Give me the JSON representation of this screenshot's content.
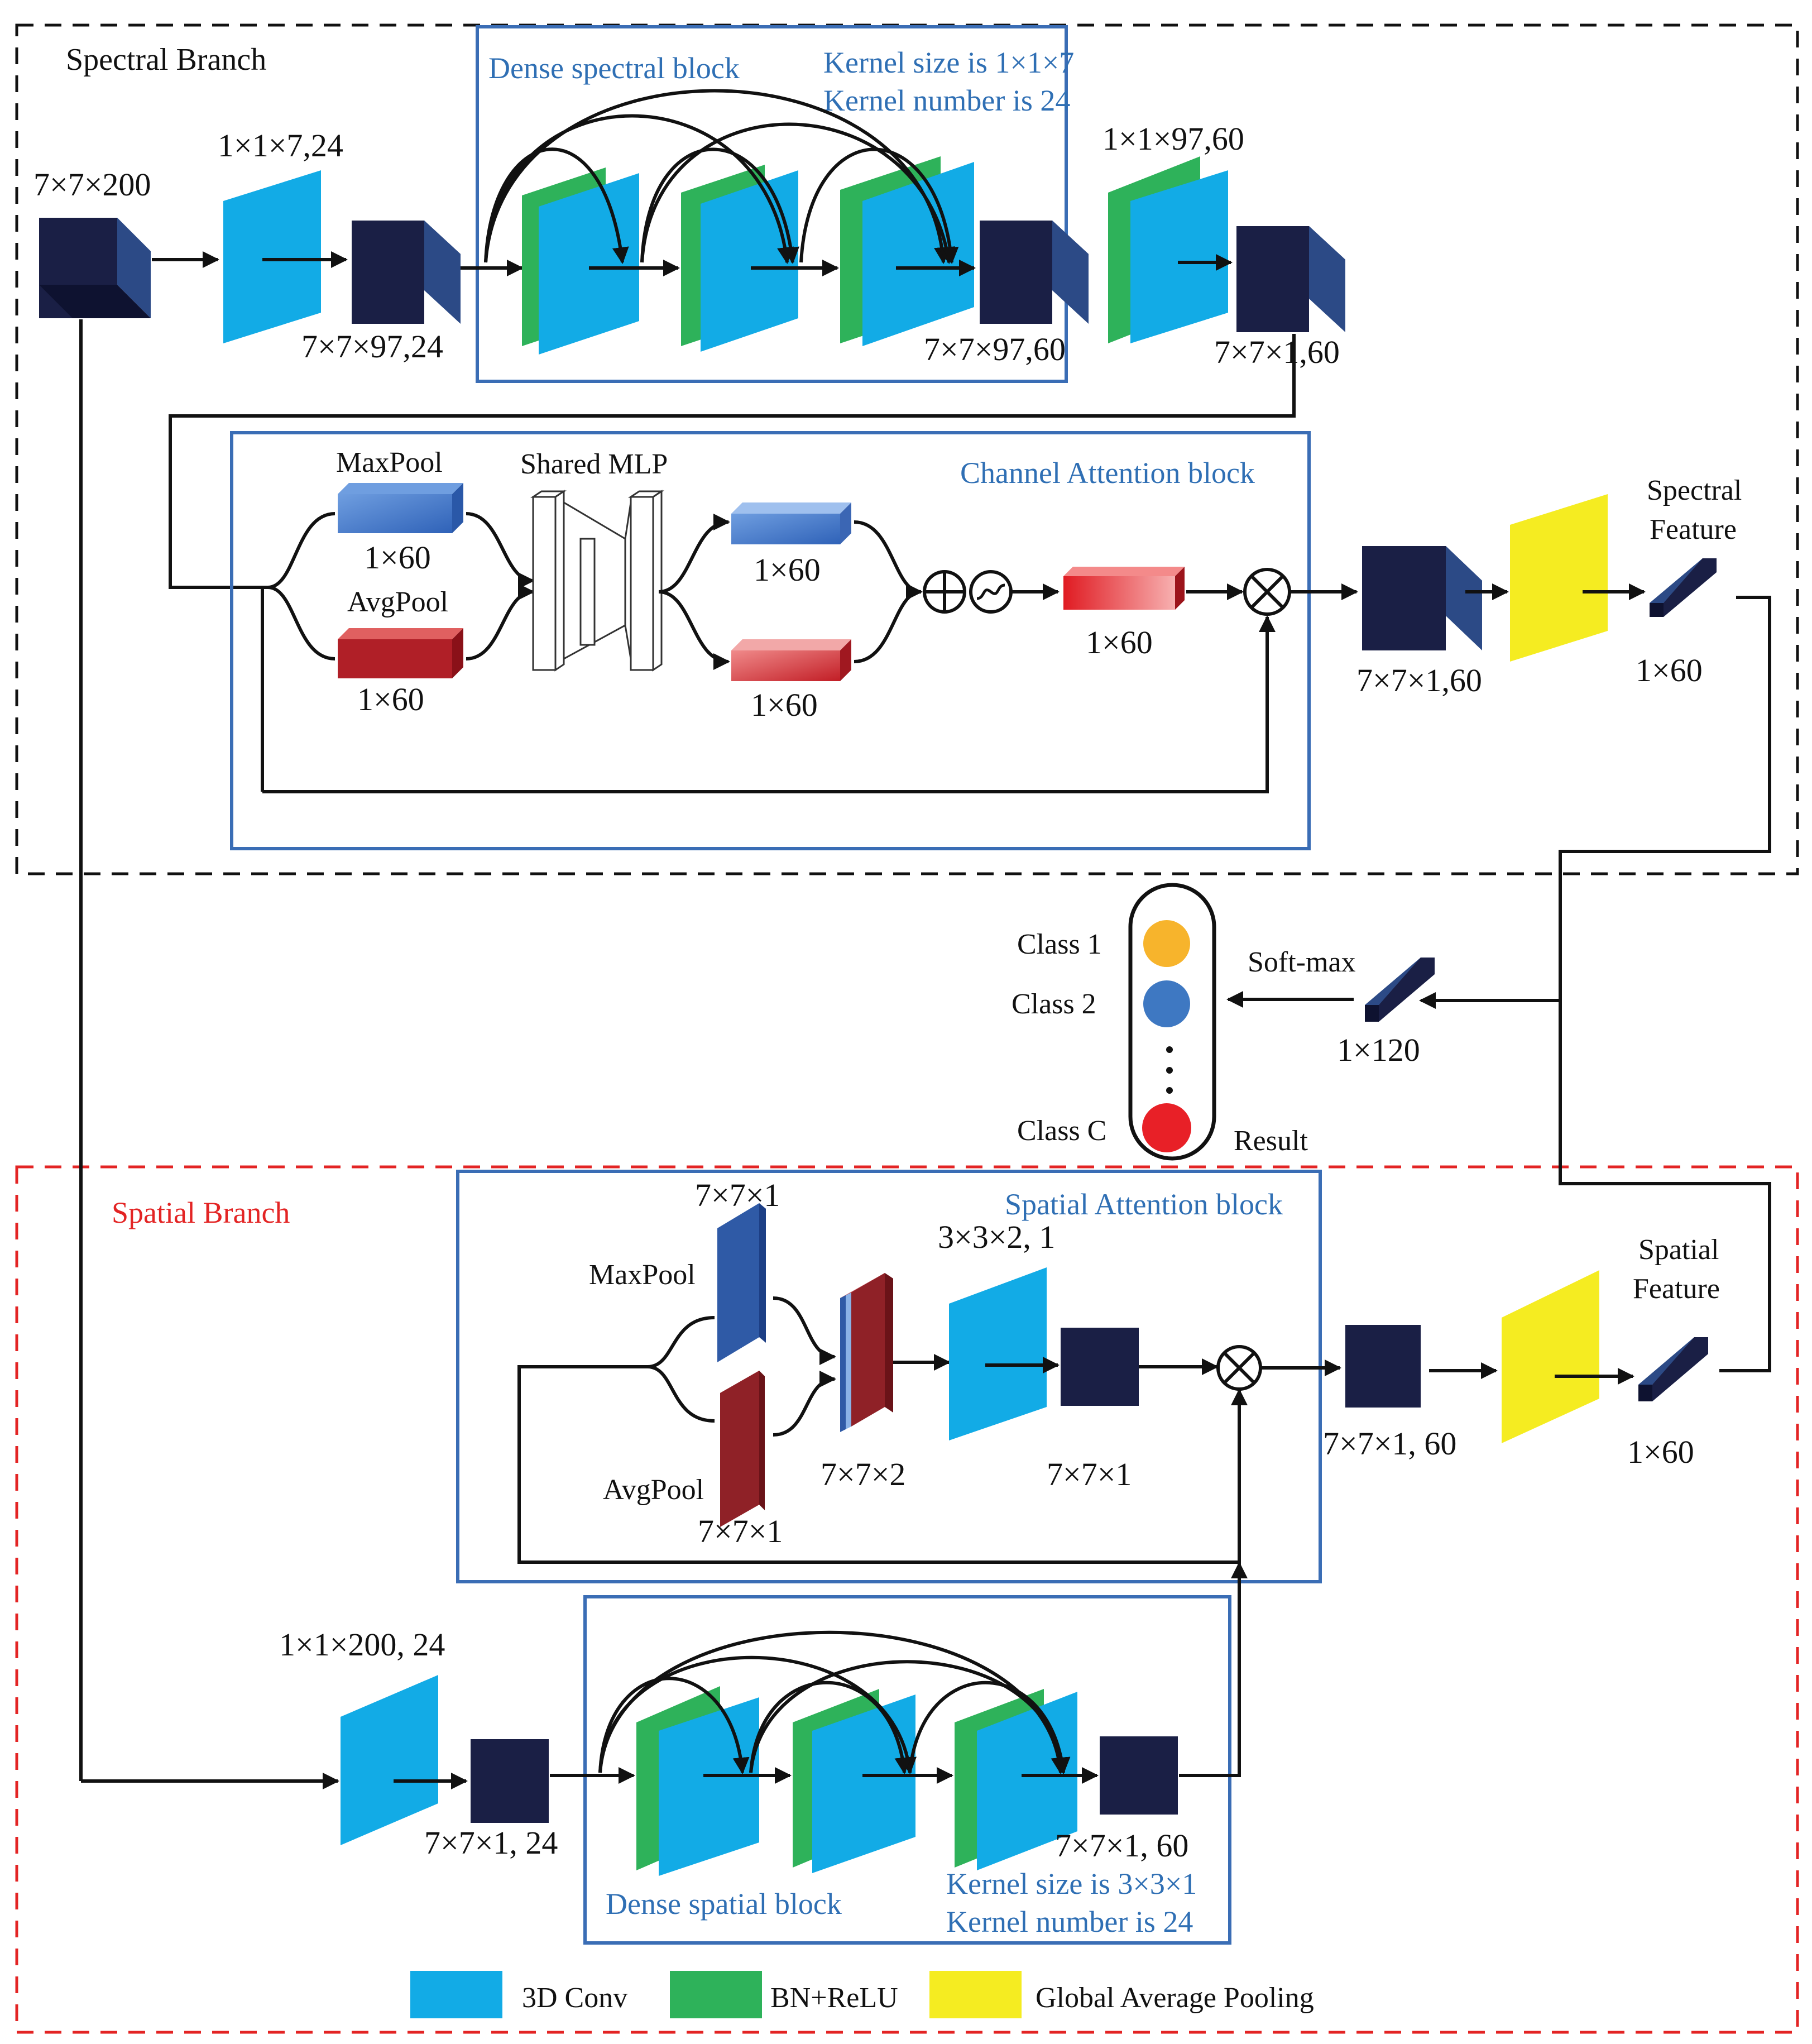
{
  "colors": {
    "conv3d": "#12abe6",
    "bn_relu": "#2eb25a",
    "gap": "#f5ec21",
    "cube_front": "#1a1f45",
    "cube_side": "#2c4a86",
    "block_border": "#3a6db5",
    "spectral_border": "#111111",
    "spatial_border": "#e32424",
    "blue_text": "#2f6fb4",
    "red_text": "#e32424",
    "maxpool": "#3a70c0",
    "avgpool": "#b01f27",
    "class1": "#f7b42c",
    "class2": "#3e78c2",
    "classC": "#e82027"
  },
  "spectral": {
    "title": "Spectral Branch",
    "input_dim": "7×7×200",
    "conv1_dim": "1×1×7,24",
    "cube1_dim": "7×7×97,24",
    "dense_block": {
      "title": "Dense spectral block",
      "kernel_size": "Kernel size is 1×1×7",
      "kernel_number": "Kernel number is 24",
      "output_dim": "7×7×97,60"
    },
    "conv2_dim": "1×1×97,60",
    "cube2_dim": "7×7×1,60",
    "channel_attention": {
      "title": "Channel Attention block",
      "maxpool": "MaxPool",
      "avgpool": "AvgPool",
      "max_dim": "1×60",
      "avg_dim": "1×60",
      "shared_mlp": "Shared MLP",
      "mlp_out1": "1×60",
      "mlp_out2": "1×60",
      "att_dim": "1×60"
    },
    "out_cube_dim": "7×7×1,60",
    "feature_title_1": "Spectral",
    "feature_title_2": "Feature",
    "feature_dim": "1×60"
  },
  "result": {
    "class1": "Class 1",
    "class2": "Class 2",
    "classC": "Class C",
    "label": "Result",
    "softmax": "Soft-max",
    "fused_dim": "1×120"
  },
  "spatial": {
    "title": "Spatial Branch",
    "conv1_dim": "1×1×200, 24",
    "cube1_dim": "7×7×1, 24",
    "dense_block": {
      "title": "Dense spatial block",
      "kernel_size": "Kernel size is 3×3×1",
      "kernel_number": "Kernel number is 24",
      "output_dim": "7×7×1, 60"
    },
    "spatial_attention": {
      "title": "Spatial Attention block",
      "maxpool": "MaxPool",
      "avgpool": "AvgPool",
      "max_dim": "7×7×1",
      "avg_dim": "7×7×1",
      "concat_dim": "7×7×2",
      "conv_dim": "3×3×2, 1",
      "att_dim": "7×7×1"
    },
    "out_cube_dim": "7×7×1, 60",
    "feature_title_1": "Spatial",
    "feature_title_2": "Feature",
    "feature_dim": "1×60"
  },
  "legend": {
    "conv3d": "3D Conv",
    "bn_relu": "BN+ReLU",
    "gap": "Global Average Pooling"
  }
}
